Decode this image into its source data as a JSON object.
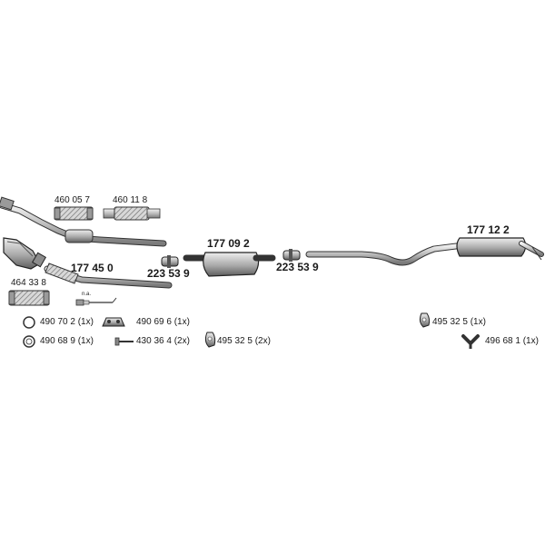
{
  "parts": {
    "flex_460_05_7": "460 05 7",
    "flex_460_11_8": "460 11 8",
    "pipe_177_45_0": "177 45 0",
    "flex_464_33_8": "464 33 8",
    "na": "n.a.",
    "clamp_223_53_9_left": "223 53 9",
    "silencer_177_09_2": "177 09 2",
    "clamp_223_53_9_right": "223 53 9",
    "silencer_177_12_2": "177 12 2"
  },
  "accessories": [
    {
      "id": "ring_490_70_2",
      "label": "490 70 2 (1x)"
    },
    {
      "id": "ring_490_68_9",
      "label": "490 68 9 (1x)"
    },
    {
      "id": "mount_490_69_6",
      "label": "490 69 6 (1x)"
    },
    {
      "id": "bolt_430_36_4",
      "label": "430 36 4 (2x)"
    },
    {
      "id": "rubber_495_32_5_2x",
      "label": "495 32 5 (2x)"
    },
    {
      "id": "rubber_495_32_5_1x",
      "label": "495 32 5 (1x)"
    },
    {
      "id": "hanger_496_68_1",
      "label": "496 68 1 (1x)"
    }
  ]
}
